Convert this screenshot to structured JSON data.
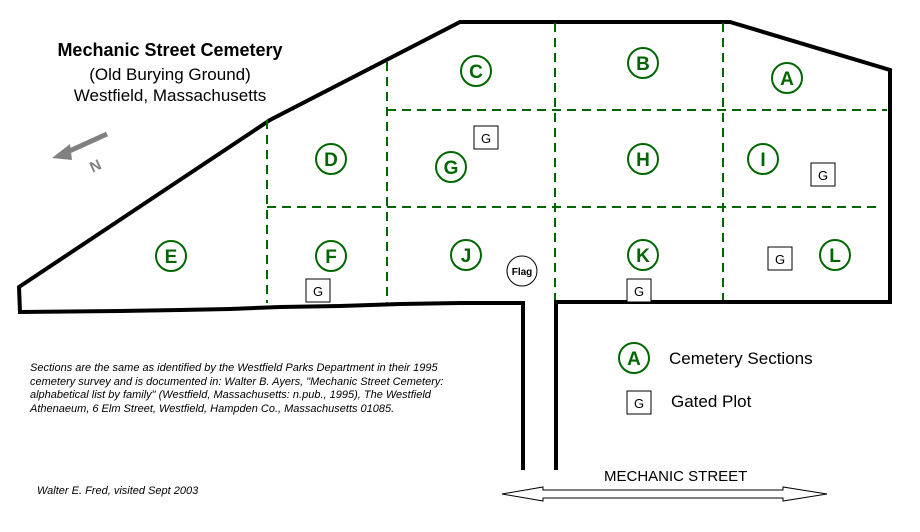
{
  "title": {
    "main": "Mechanic Street Cemetery",
    "subtitle": "(Old Burying Ground)",
    "location": "Westfield, Massachusetts"
  },
  "compass": {
    "icon": "north-arrow-icon",
    "label": "N"
  },
  "sections": [
    {
      "label": "A"
    },
    {
      "label": "B"
    },
    {
      "label": "C"
    },
    {
      "label": "D"
    },
    {
      "label": "E"
    },
    {
      "label": "F"
    },
    {
      "label": "G"
    },
    {
      "label": "H"
    },
    {
      "label": "I"
    },
    {
      "label": "J"
    },
    {
      "label": "K"
    },
    {
      "label": "L"
    }
  ],
  "gated_plots": [
    {
      "label": "G",
      "section": "G"
    },
    {
      "label": "G",
      "section": "I"
    },
    {
      "label": "G",
      "section": "F"
    },
    {
      "label": "G",
      "section": "K"
    },
    {
      "label": "G",
      "section": "L"
    }
  ],
  "flag": {
    "label": "Flag"
  },
  "legend": {
    "sections_symbol": "A",
    "sections_label": "Cemetery Sections",
    "gated_symbol": "G",
    "gated_label": "Gated Plot"
  },
  "note": "Sections are the same as identified by the Westfield Parks Department in their 1995 cemetery survey and is documented in: Walter B. Ayers, \"Mechanic Street Cemetery: alphabetical list by family\" (Westfield, Massachusetts: n.pub., 1995), The Westfield Athenaeum, 6 Elm Street, Westfield, Hampden Co., Massachusetts 01085.",
  "credit": "Walter E. Fred, visited  Sept 2003",
  "street": {
    "label": "MECHANIC STREET"
  },
  "colors": {
    "section_green": "#006600",
    "boundary": "#000000",
    "compass_gray": "#808080"
  }
}
